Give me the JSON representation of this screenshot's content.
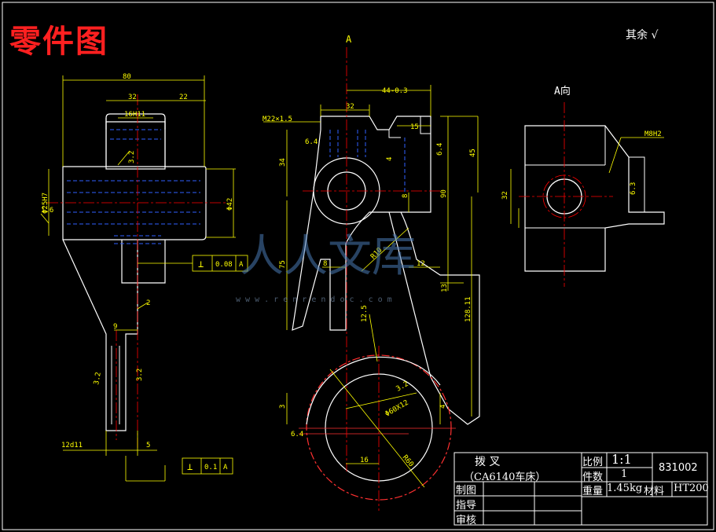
{
  "drawing": {
    "title": "零件图",
    "remainder_note": "其余 √"
  },
  "views": {
    "section_label": "A",
    "view_a_label": "A向"
  },
  "dimensions": {
    "overall_width": "80",
    "left_32": "32",
    "left_22": "22",
    "bore_16": "16H11",
    "phi25": "Φ25H7",
    "phi42": "Φ42",
    "thread": "M22×1.5",
    "d32": "32",
    "d44": "44-0.3",
    "d15": "15",
    "d34": "34",
    "d45": "45",
    "d90": "90",
    "d75": "75",
    "d8": "8",
    "d12": "12",
    "d13": "13",
    "d128": "128.11",
    "r10": "R10",
    "r60": "R60",
    "r60x12": "Φ60X12",
    "d2": "2",
    "d3": "3",
    "d4": "4",
    "d16": "16",
    "d12d11": "12d11",
    "d5": "5",
    "d9": "9",
    "d2b": "2",
    "m8": "M8H2",
    "d32r": "32",
    "ra16": "1.6",
    "ra32": "3.2",
    "ra63": "6.3",
    "ra125": "12.5",
    "ra64": "6.4"
  },
  "tolerance_frames": [
    {
      "symbol": "⊥",
      "value": "0.08",
      "datum": "A"
    },
    {
      "symbol": "⊥",
      "value": "0.1",
      "datum": "A"
    }
  ],
  "watermark": {
    "text": "人人文库",
    "url": "w w w . r e n r e n d o c . c o m"
  },
  "title_block": {
    "part_name": "拨   叉",
    "machine": "（CA6140车床）",
    "scale_label": "比例",
    "scale_value": "1:1",
    "drawing_no": "831002",
    "qty_label": "件数",
    "qty_value": "1",
    "drawn_label": "制图",
    "weight_label": "重量",
    "weight_value": "1.45kg",
    "material_label": "材料",
    "material_value": "HT200",
    "guide_label": "指导",
    "review_label": "审核"
  },
  "colors": {
    "background": "#000000",
    "outline": "#ffffff",
    "dimension": "#ffff00",
    "center_line": "#ff0000",
    "hidden_line": "#3060ff",
    "title": "#ff2020"
  }
}
